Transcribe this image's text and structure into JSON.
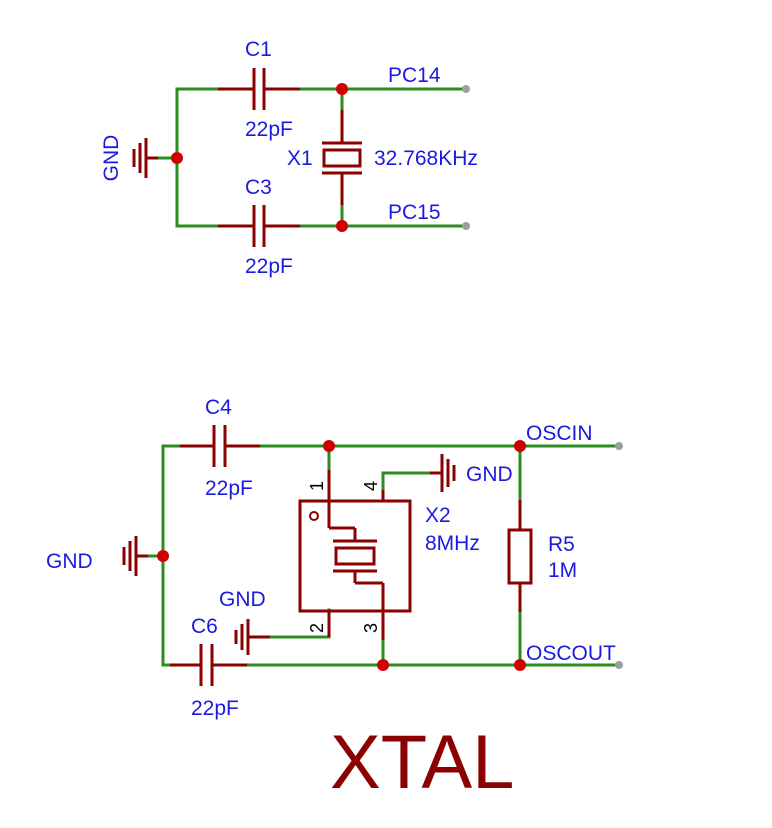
{
  "title": "XTAL",
  "circuit_32k": {
    "c1": {
      "ref": "C1",
      "value": "22pF"
    },
    "c3": {
      "ref": "C3",
      "value": "22pF"
    },
    "x1": {
      "ref": "X1",
      "value": "32.768KHz"
    },
    "gnd": "GND",
    "net_top": "PC14",
    "net_bottom": "PC15"
  },
  "circuit_8m": {
    "c4": {
      "ref": "C4",
      "value": "22pF"
    },
    "c6": {
      "ref": "C6",
      "value": "22pF"
    },
    "x2": {
      "ref": "X2",
      "value": "8MHz",
      "pins": [
        "1",
        "2",
        "3",
        "4"
      ]
    },
    "r5": {
      "ref": "R5",
      "value": "1M"
    },
    "gnd_left": "GND",
    "gnd_pin2": "GND",
    "gnd_pin4": "GND",
    "net_in": "OSCIN",
    "net_out": "OSCOUT"
  },
  "colors": {
    "wire": "#2e8b1f",
    "component": "#8b0000",
    "junction": "#d10000",
    "label": "#1a1ae0"
  }
}
